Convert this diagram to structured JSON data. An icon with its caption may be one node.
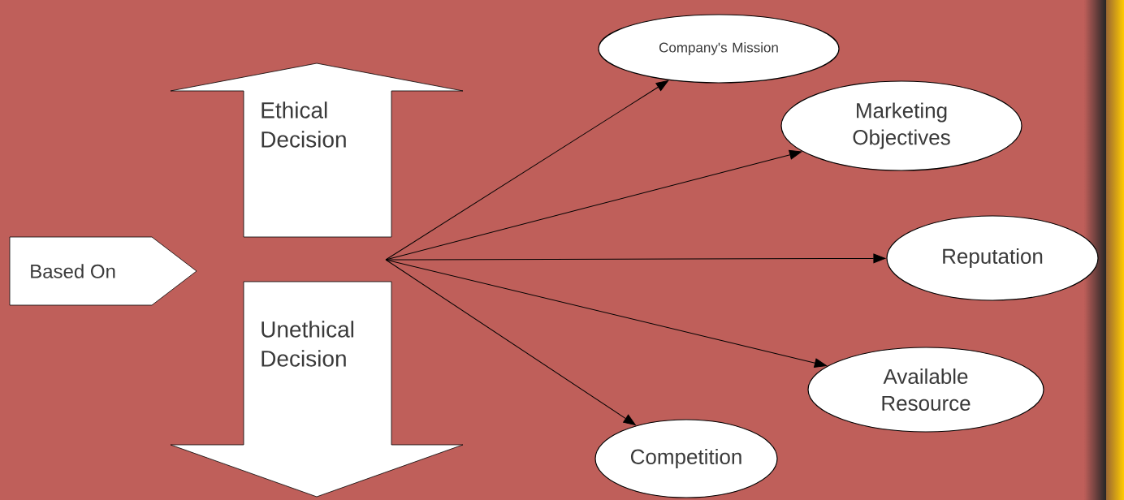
{
  "diagram": {
    "nodes": [
      {
        "text": [
          "Based On"
        ]
      },
      {
        "text": [
          "Ethical Decision"
        ]
      },
      {
        "text": [
          "Unethical Decision"
        ]
      },
      {
        "text": [
          "Company's Mission"
        ]
      },
      {
        "text": [
          "Marketing Objectives"
        ]
      },
      {
        "text": [
          "Reputation"
        ]
      },
      {
        "text": [
          "Available Resource"
        ]
      },
      {
        "text": [
          "Competition"
        ]
      }
    ],
    "edges": [
      {
        "from": null,
        "to": 3,
        "arrow": "to"
      },
      {
        "from": null,
        "to": 4,
        "arrow": "to"
      },
      {
        "from": null,
        "to": 5,
        "arrow": "to"
      },
      {
        "from": null,
        "to": 6,
        "arrow": "to"
      },
      {
        "from": null,
        "to": 7,
        "arrow": "to"
      }
    ]
  }
}
